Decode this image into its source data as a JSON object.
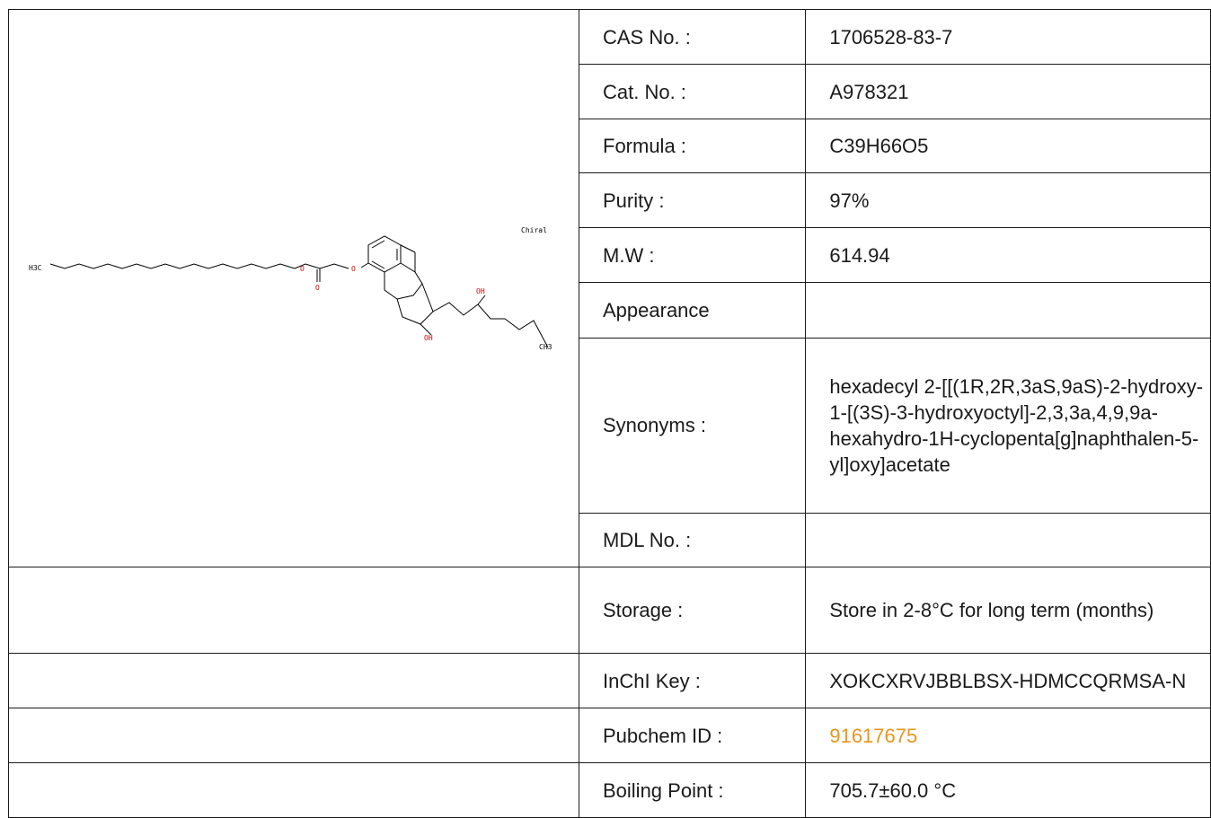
{
  "properties": {
    "cas": {
      "label": "CAS No. :",
      "value": "1706528-83-7"
    },
    "cat": {
      "label": "Cat. No. :",
      "value": "A978321"
    },
    "formula": {
      "label": "Formula :",
      "value": "C39H66O5"
    },
    "purity": {
      "label": "Purity :",
      "value": "97%"
    },
    "mw": {
      "label": "M.W :",
      "value": "614.94"
    },
    "appearance": {
      "label": "Appearance",
      "value": ""
    },
    "synonyms": {
      "label": "Synonyms :",
      "value": "hexadecyl 2-[[(1R,2R,3aS,9aS)-2-hydroxy-1-[(3S)-3-hydroxyoctyl]-2,3,3a,4,9,9a-hexahydro-1H-cyclopenta[g]naphthalen-5-yl]oxy]acetate"
    },
    "mdl": {
      "label": "MDL No. :",
      "value": ""
    },
    "storage": {
      "label": "Storage :",
      "value": "Store in 2-8°C for long term (months)"
    },
    "inchi": {
      "label": "InChI Key :",
      "value": "XOKCXRVJBBLBSX-HDMCCQRMSA-N"
    },
    "pubchem": {
      "label": "Pubchem ID :",
      "value": "91617675"
    },
    "bp": {
      "label": "Boiling Point :",
      "value": "705.7±60.0 °C"
    }
  },
  "structure": {
    "chiral_label": "Chiral",
    "atoms": {
      "h3c": "H3C",
      "o_ester": "O",
      "o_carbonyl": "O",
      "o_ether": "O",
      "oh1": "OH",
      "oh2": "OH",
      "ch3": "CH3"
    }
  },
  "colors": {
    "link": "#e6961a",
    "oxygen": "#e60000",
    "border": "#1a1a1a"
  }
}
